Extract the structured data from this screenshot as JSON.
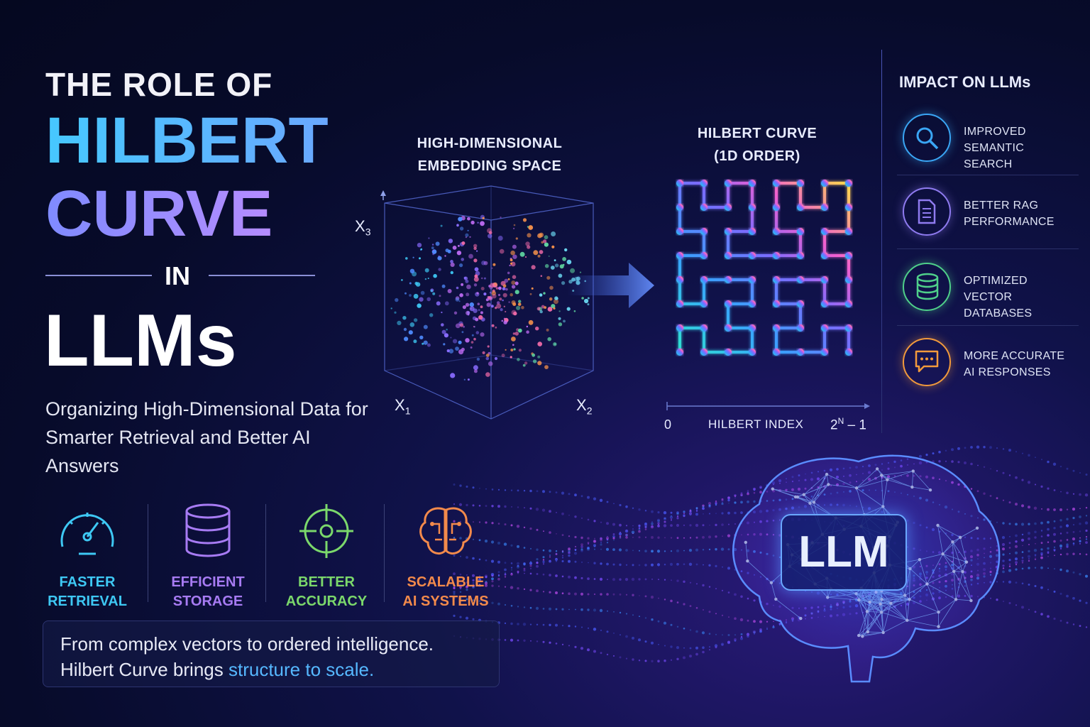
{
  "title": {
    "line1": "THE ROLE OF",
    "line2": "HILBERT",
    "line3": "CURVE",
    "connector": "IN",
    "line4": "LLMs"
  },
  "subtitle": "Organizing High-Dimensional Data for Smarter Retrieval and Better AI Answers",
  "features": [
    {
      "label_1": "FASTER",
      "label_2": "RETRIEVAL",
      "icon": "speedometer-icon",
      "color": "#3ec8f4"
    },
    {
      "label_1": "EFFICIENT",
      "label_2": "STORAGE",
      "icon": "database-icon",
      "color": "#a77bf3"
    },
    {
      "label_1": "BETTER",
      "label_2": "ACCURACY",
      "icon": "target-icon",
      "color": "#7bd86b"
    },
    {
      "label_1": "SCALABLE",
      "label_2": "AI SYSTEMS",
      "icon": "brain-circuit-icon",
      "color": "#f38a4b"
    }
  ],
  "quote": {
    "text_1": "From complex vectors to ordered intelligence.",
    "text_2_prefix": "Hilbert Curve brings ",
    "text_2_highlight": "structure to scale."
  },
  "embedding": {
    "heading_1": "HIGH-DIMENSIONAL",
    "heading_2": "EMBEDDING SPACE",
    "axis_x1": "X",
    "axis_x1_sub": "1",
    "axis_x2": "X",
    "axis_x2_sub": "2",
    "axis_x3": "X",
    "axis_x3_sub": "3"
  },
  "hilbert": {
    "heading_1": "HILBERT CURVE",
    "heading_2": "(1D ORDER)",
    "index_start": "0",
    "index_label": "HILBERT INDEX",
    "index_end_base": "2",
    "index_end_sup": "N",
    "index_end_suffix": " – 1"
  },
  "impact": {
    "heading": "IMPACT ON LLMs",
    "items": [
      {
        "line_1": "IMPROVED",
        "line_2": "SEMANTIC SEARCH",
        "icon": "search-icon",
        "color": "#3aa6f5"
      },
      {
        "line_1": "BETTER RAG",
        "line_2": "PERFORMANCE",
        "icon": "document-icon",
        "color": "#8f7bf0"
      },
      {
        "line_1": "OPTIMIZED VECTOR",
        "line_2": "DATABASES",
        "icon": "database-icon",
        "color": "#4fd08a"
      },
      {
        "line_1": "MORE ACCURATE",
        "line_2": "AI RESPONSES",
        "icon": "chat-bubble-icon",
        "color": "#f29a3c"
      }
    ]
  },
  "brain_badge": "LLM"
}
